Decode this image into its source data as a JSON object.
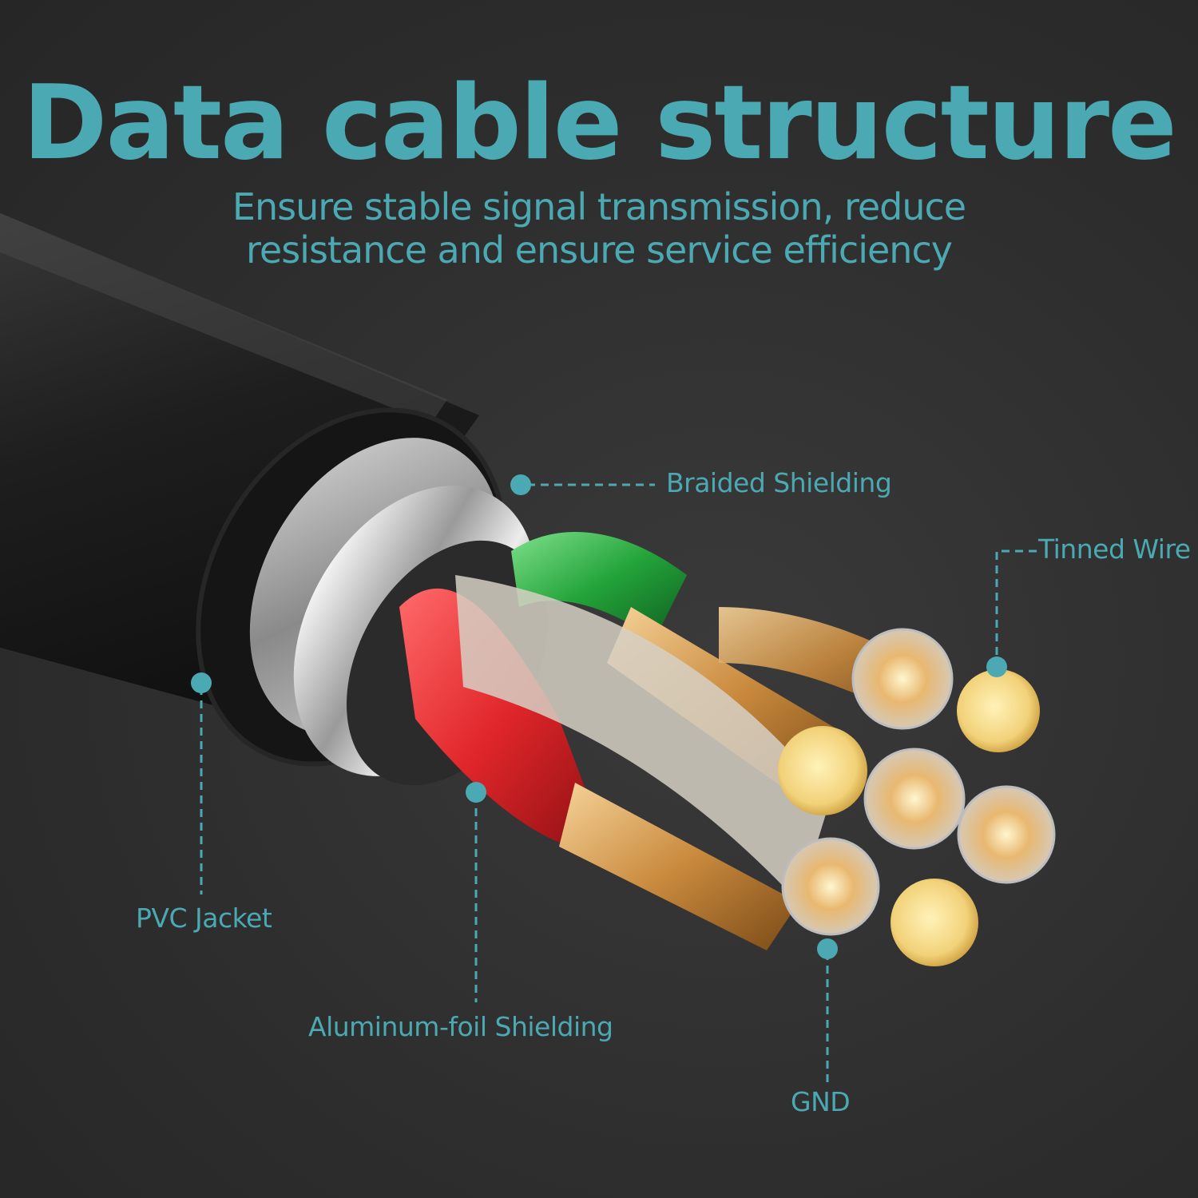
{
  "header": {
    "title": "Data cable structure",
    "subtitle_line1": "Ensure stable signal transmission, reduce",
    "subtitle_line2": "resistance and ensure service efficiency"
  },
  "callouts": {
    "braided_shielding": "Braided Shielding",
    "tinned_wire": "Tinned Wire",
    "pvc_jacket": "PVC  Jacket",
    "aluminum_foil_shielding": "Aluminum-foil Shielding",
    "gnd": "GND"
  },
  "colors": {
    "accent": "#4aa9b2",
    "background": "#2f2f2f",
    "jacket": "#1c1c1c",
    "red_wire": "#e0262a",
    "green_wire": "#23a33a",
    "copper": "#d9a35b",
    "tinned": "#eeeeee"
  }
}
